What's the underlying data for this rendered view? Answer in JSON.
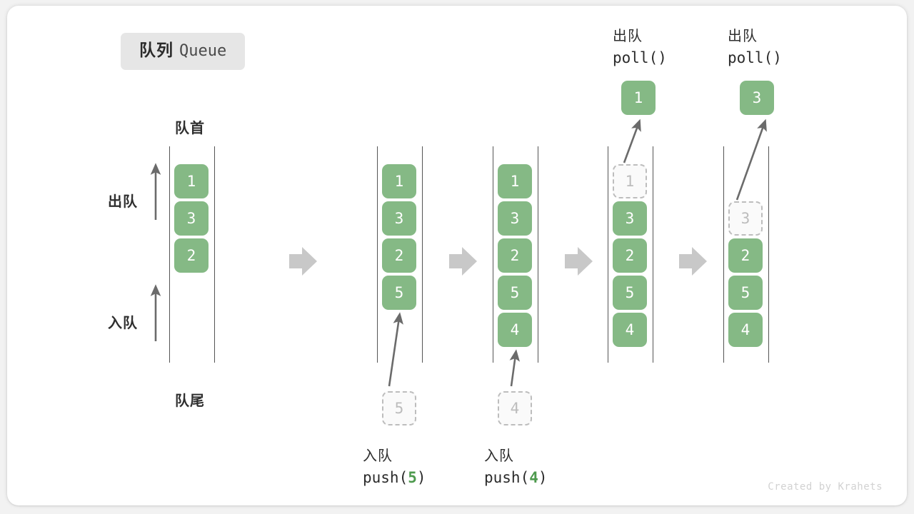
{
  "title": {
    "cn": "队列",
    "en": "Queue"
  },
  "labels": {
    "head": "队首",
    "tail": "队尾",
    "dequeue": "出队",
    "enqueue": "入队"
  },
  "watermark": "Created by Krahets",
  "colors": {
    "cell_fill": "#85b985",
    "cell_text": "#ffffff",
    "ghost_border": "#bdbdbd",
    "ghost_text": "#bcbcbc",
    "rail": "#555555",
    "arrow": "#6b6b6b",
    "step_arrow": "#c8c8c8",
    "badge_bg": "#e6e6e6",
    "accent_number": "#4e9a4e"
  },
  "captions": {
    "push5": {
      "cn": "入队",
      "fn_prefix": "push(",
      "fn_num": "5",
      "fn_suffix": ")"
    },
    "push4": {
      "cn": "入队",
      "fn_prefix": "push(",
      "fn_num": "4",
      "fn_suffix": ")"
    },
    "poll1": {
      "cn": "出队",
      "fn": "poll()"
    },
    "poll2": {
      "cn": "出队",
      "fn": "poll()"
    }
  },
  "columns": [
    {
      "id": "initial",
      "cells": [
        {
          "value": "1",
          "state": "filled"
        },
        {
          "value": "3",
          "state": "filled"
        },
        {
          "value": "2",
          "state": "filled"
        }
      ],
      "incoming": null,
      "outgoing": null
    },
    {
      "id": "after-push-5",
      "cells": [
        {
          "value": "1",
          "state": "filled"
        },
        {
          "value": "3",
          "state": "filled"
        },
        {
          "value": "2",
          "state": "filled"
        },
        {
          "value": "5",
          "state": "filled"
        }
      ],
      "incoming": {
        "value": "5",
        "state": "ghost"
      },
      "outgoing": null
    },
    {
      "id": "after-push-4",
      "cells": [
        {
          "value": "1",
          "state": "filled"
        },
        {
          "value": "3",
          "state": "filled"
        },
        {
          "value": "2",
          "state": "filled"
        },
        {
          "value": "5",
          "state": "filled"
        },
        {
          "value": "4",
          "state": "filled"
        }
      ],
      "incoming": {
        "value": "4",
        "state": "ghost"
      },
      "outgoing": null
    },
    {
      "id": "after-poll-1",
      "cells": [
        {
          "value": "1",
          "state": "ghost"
        },
        {
          "value": "3",
          "state": "filled"
        },
        {
          "value": "2",
          "state": "filled"
        },
        {
          "value": "5",
          "state": "filled"
        },
        {
          "value": "4",
          "state": "filled"
        }
      ],
      "incoming": null,
      "outgoing": {
        "value": "1",
        "state": "filled"
      }
    },
    {
      "id": "after-poll-3",
      "cells": [
        {
          "value": "",
          "state": "empty"
        },
        {
          "value": "3",
          "state": "ghost"
        },
        {
          "value": "2",
          "state": "filled"
        },
        {
          "value": "5",
          "state": "filled"
        },
        {
          "value": "4",
          "state": "filled"
        }
      ],
      "incoming": null,
      "outgoing": {
        "value": "3",
        "state": "filled"
      }
    }
  ]
}
